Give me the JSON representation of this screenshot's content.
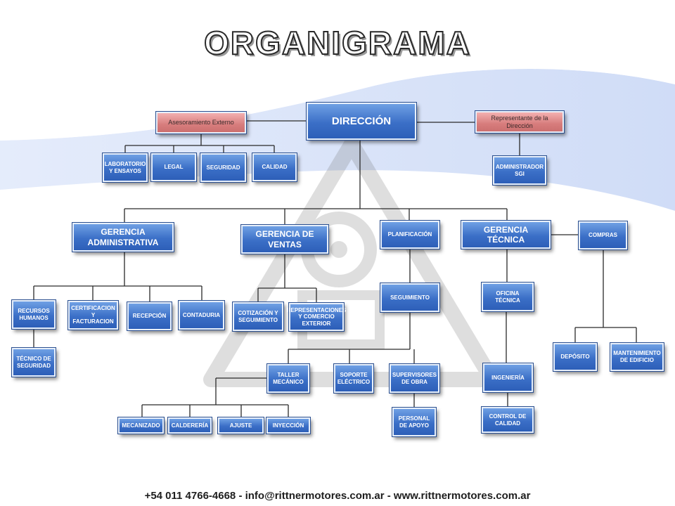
{
  "title": "ORGANIGRAMA",
  "boxes": {
    "direccion": "DIRECCIÓN",
    "asesoramiento": "Asesoramiento Externo",
    "representante": "Representante de la Dirección",
    "laboratorio": "LABORATORIO Y ENSAYOS",
    "legal": "LEGAL",
    "seguridad": "SEGURIDAD",
    "calidad": "CALIDAD",
    "administrador_sgi": "ADMINISTRADOR SGI",
    "gerencia_administrativa": "GERENCIA ADMINISTRATIVA",
    "gerencia_ventas": "GERENCIA DE VENTAS",
    "planificacion": "PLANIFICACIÓN",
    "gerencia_tecnica": "GERENCIA TÉCNICA",
    "compras": "COMPRAS",
    "recursos_humanos": "RECURSOS HUMANOS",
    "certificacion": "CERTIFICACION Y FACTURACION",
    "recepcion": "RECEPCIÓN",
    "contaduria": "CONTADURIA",
    "tecnico_seguridad": "TÉCNICO DE SEGURIDAD",
    "cotizacion": "COTIZACIÓN Y SEGUIMIENTO",
    "representaciones": "REPRESENTACIONES Y COMERCIO EXTERIOR",
    "seguimiento": "SEGUIMIENTO",
    "oficina_tecnica": "OFICINA TÉCNICA",
    "deposito": "DEPÓSITO",
    "mantenimiento": "MANTENIMIENTO DE EDIFICIO",
    "taller": "TALLER MECÁNICO",
    "soporte": "SOPORTE ELÉCTRICO",
    "supervisores": "SUPERVISORES DE OBRA",
    "ingenieria": "INGENIERÍA",
    "personal": "PERSONAL DE APOYO",
    "control_calidad": "CONTROL DE CALIDAD",
    "mecanizado": "MECANIZADO",
    "caldereria": "CALDERERÍA",
    "ajuste": "AJUSTE",
    "inyeccion": "INYECCIÓN"
  },
  "footer": "+54 011 4766-4668  -  info@rittnermotores.com.ar  -  www.rittnermotores.com.ar",
  "colors": {
    "box_blue": "#3b6fc7",
    "box_pink": "#d77d7d",
    "line": "#2a2a2a",
    "wave": "#dce6fb"
  }
}
